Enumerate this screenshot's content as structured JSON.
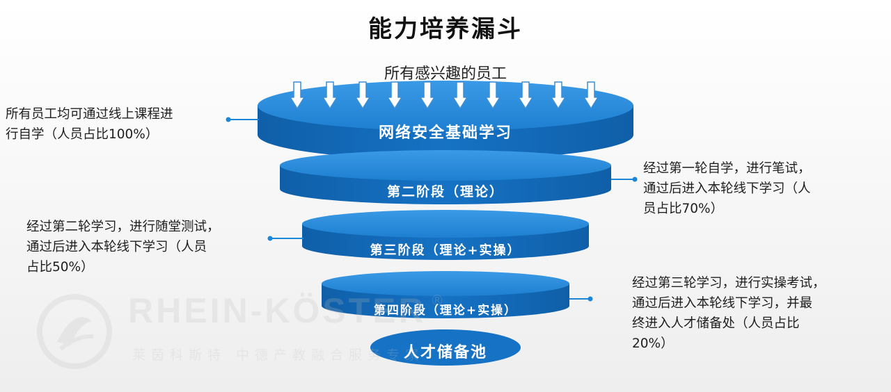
{
  "title": "能力培养漏斗",
  "top_label": "所有感兴趣的员工",
  "colors": {
    "disc_top": "#1e7fd1",
    "disc_top_light": "#3a9ae6",
    "disc_side": "#1672c4",
    "disc_edge": "#0f5fa8",
    "arrow_fill": "#ffffff",
    "arrow_stroke": "#3a8fd8",
    "leader": "#1a86d9",
    "text": "#1e1e1e"
  },
  "stages": [
    {
      "label": "网络安全基础学习"
    },
    {
      "label": "第二阶段（理论）"
    },
    {
      "label": "第三阶段（理论+实操）"
    },
    {
      "label": "第四阶段（理论+实操）"
    },
    {
      "label": "人才储备池"
    }
  ],
  "notes": [
    {
      "lines": [
        "所有员工均可通过线上课程进",
        "行自学（人员占比100%）"
      ]
    },
    {
      "lines": [
        "经过第一轮自学，进行笔试，",
        "通过后进入本轮线下学习（人",
        "员占比70%）"
      ]
    },
    {
      "lines": [
        "经过第二轮学习，进行随堂测试，",
        "通过后进入本轮线下学习（人员",
        "占比50%）"
      ]
    },
    {
      "lines": [
        "经过第三轮学习，进行实操考试，",
        "通过后进入本轮线下学习，并最",
        "终进入人才储备处（人员占比",
        "20%）"
      ]
    }
  ],
  "watermark": {
    "brand": "RHEIN-KÖSTER",
    "registered": "®",
    "slogan": "莱茵科斯特 中德产教融合服务专家",
    "icon": "swirl-logo-icon"
  }
}
